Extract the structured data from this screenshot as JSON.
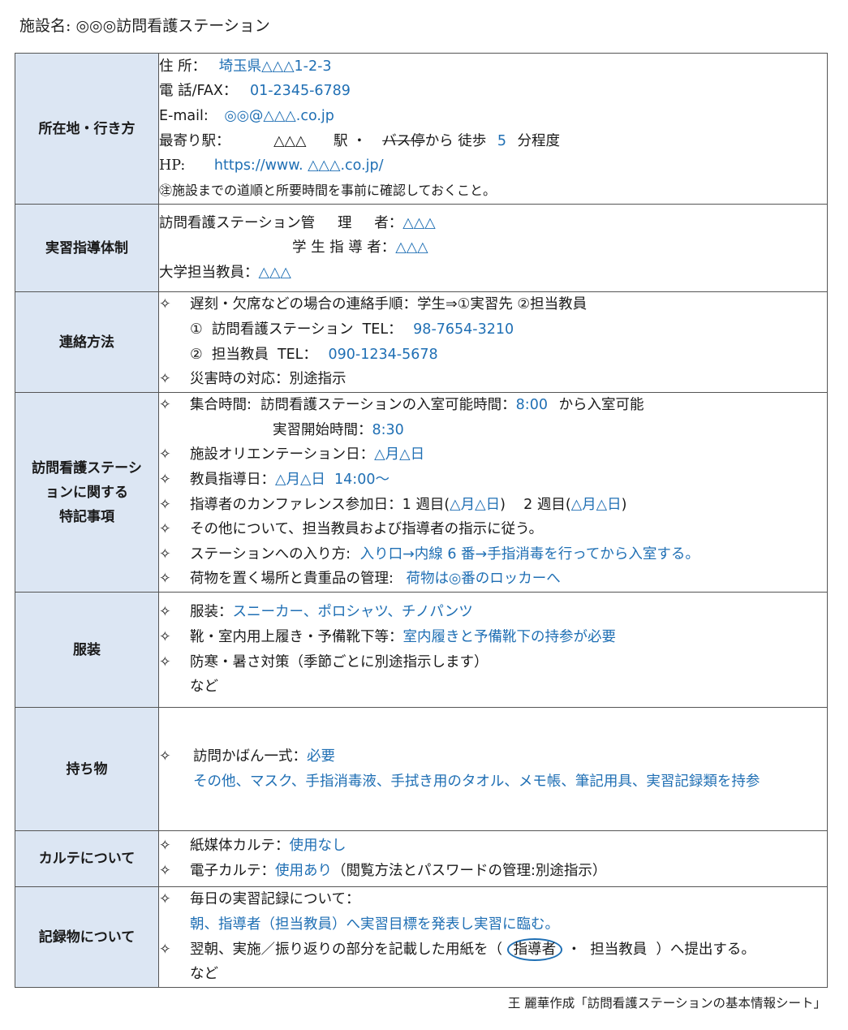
{
  "facility": {
    "label": "施設名:",
    "name": "◎◎◎訪問看護ステーション"
  },
  "address": {
    "label": "所在地・行き方",
    "addr_label": "住  所：",
    "addr_value": "埼玉県△△△1-2-3",
    "tel_label": "電  話/FAX：",
    "tel_value": "01-2345-6789",
    "email_label": "E-mail:",
    "email_value": "◎◎@△△△.co.jp",
    "station_label": "最寄り駅：",
    "station_name": "△△△",
    "station_mid": "駅 ・",
    "bus": "バス停",
    "from_walk": "から  徒歩",
    "minutes": "5",
    "minutes_suffix": "分程度",
    "hp_label": "HP:",
    "hp_value": "https://www.  △△△.co.jp/",
    "note": "㊟施設までの道順と所要時間を事前に確認しておくこと。"
  },
  "supervision": {
    "label": "実習指導体制",
    "manager_label": "訪問看護ステーション管     理     者：",
    "manager_value": "△△△",
    "instructor_label": "学 生 指 導 者：",
    "instructor_value": "△△△",
    "faculty_label": "大学担当教員：",
    "faculty_value": "△△△"
  },
  "contact": {
    "label": "連絡方法",
    "l1": "遅刻・欠席などの場合の連絡手順：学生⇒①実習先  ②担当教員",
    "l2_label": "①  訪問看護ステーション  TEL：",
    "l2_value": "98-7654-3210",
    "l3_label": "②  担当教員  TEL：",
    "l3_value": "090-1234-5678",
    "l4": "災害時の対応：別途指示"
  },
  "notes": {
    "label_1": "訪問看護ステーシ",
    "label_2": "ョンに関する",
    "label_3": "特記事項",
    "l1_label": "集合時間:  訪問看護ステーションの入室可能時間：",
    "l1_value": "8:00",
    "l1_suffix": "から入室可能",
    "l2_label": "実習開始時間：",
    "l2_value": "8:30",
    "l3_label": "施設オリエンテーション日：",
    "l3_value": "△月△日",
    "l4_label": "教員指導日：",
    "l4_value": "△月△日  14:00～",
    "l5_a": "指導者のカンファレンス参加日：1 週目(",
    "l5_b": "△月△日",
    "l5_c": ")    2 週目(",
    "l5_d": "△月△日",
    "l5_e": ")",
    "l6": "その他について、担当教員および指導者の指示に従う。",
    "l7_label": "ステーションへの入り方:",
    "l7_value": "入り口→内線 6 番→手指消毒を行ってから入室する。",
    "l8_label": "荷物を置く場所と貴重品の管理:",
    "l8_value": "荷物は◎番のロッカーへ"
  },
  "clothing": {
    "label": "服装",
    "l1_label": "服装：",
    "l1_value": "スニーカー、ポロシャツ、チノパンツ",
    "l2_label": "靴・室内用上履き・予備靴下等：",
    "l2_value": "室内履きと予備靴下の持参が必要",
    "l3": "防寒・暑さ対策（季節ごとに別途指示します）",
    "l4": "など"
  },
  "belongings": {
    "label": "持ち物",
    "l1_label": "訪問かばん一式：",
    "l1_value": "必要",
    "l2": "その他、マスク、手指消毒液、手拭き用のタオル、メモ帳、筆記用具、実習記録類を持参"
  },
  "chart": {
    "label": "カルテについて",
    "l1_label": "紙媒体カルテ：",
    "l1_value": "使用なし",
    "l2_label": "電子カルテ：",
    "l2_value": "使用あり",
    "l2_suffix": "（閲覧方法とパスワードの管理:別途指示）"
  },
  "records": {
    "label": "記録物について",
    "l1": "毎日の実習記録について：",
    "l2": "朝、指導者（担当教員）へ実習目標を発表し実習に臨む。",
    "l3_a": "翌朝、実施／振り返りの部分を記載した用紙を（",
    "l3_circled": "指導者",
    "l3_b": "・  担当教員  ）へ提出する。",
    "l4": "など"
  },
  "bullet": "✧",
  "credit": "王  麗華作成「訪問看護ステーションの基本情報シート」"
}
